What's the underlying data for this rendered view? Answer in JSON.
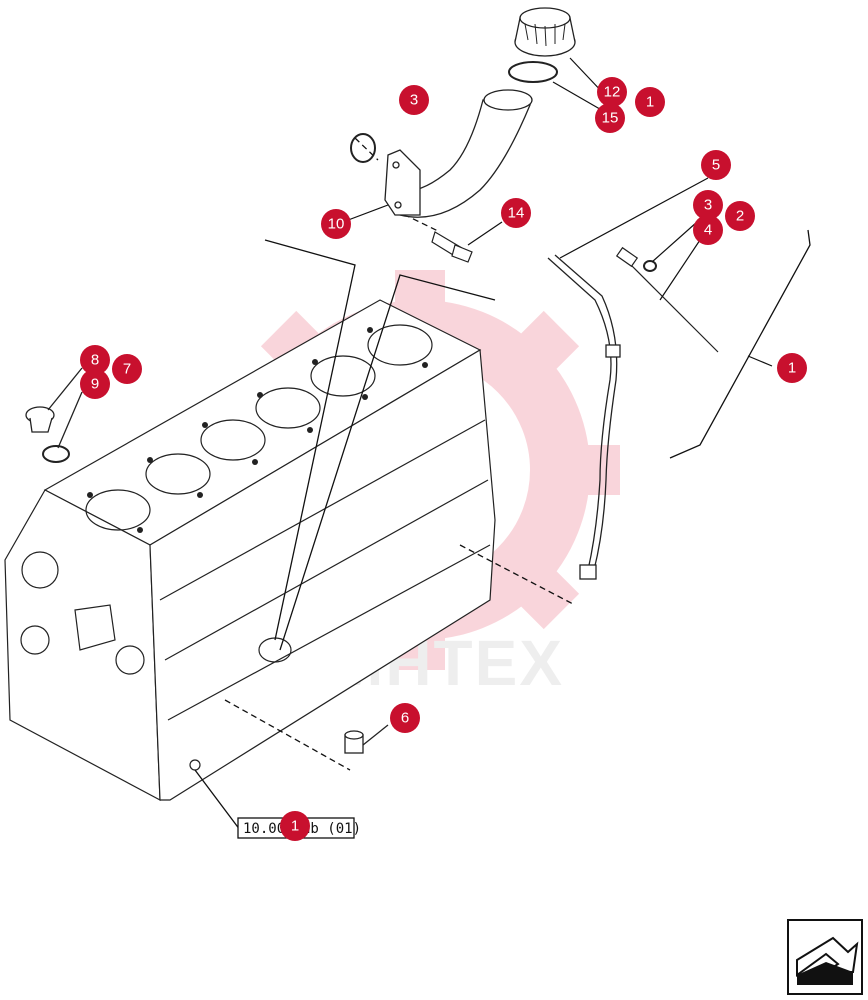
{
  "diagram": {
    "watermark": "MHTEX",
    "accent_color": "#c8102e",
    "reference_label": "10.001.ab (01)",
    "nav_icon": "next-page-arrow-icon",
    "callouts": [
      {
        "id": "c3a",
        "label": "3"
      },
      {
        "id": "c12",
        "label": "12"
      },
      {
        "id": "c1a",
        "label": "1"
      },
      {
        "id": "c15",
        "label": "15"
      },
      {
        "id": "c10",
        "label": "10"
      },
      {
        "id": "c14",
        "label": "14"
      },
      {
        "id": "c5",
        "label": "5"
      },
      {
        "id": "c3b",
        "label": "3"
      },
      {
        "id": "c2",
        "label": "2"
      },
      {
        "id": "c4",
        "label": "4"
      },
      {
        "id": "c1b",
        "label": "1"
      },
      {
        "id": "c8",
        "label": "8"
      },
      {
        "id": "c7",
        "label": "7"
      },
      {
        "id": "c9",
        "label": "9"
      },
      {
        "id": "c6",
        "label": "6"
      },
      {
        "id": "c1c",
        "label": "1"
      }
    ]
  }
}
